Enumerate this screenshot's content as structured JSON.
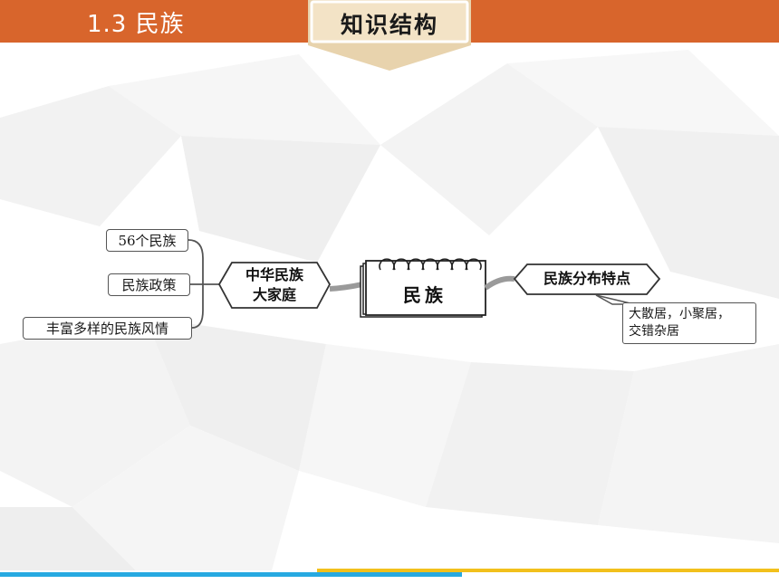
{
  "header": {
    "lesson_title": "1.3   民族",
    "section_label": "知识结构"
  },
  "mindmap": {
    "center": "民族",
    "left_branch": {
      "label_line1": "中华民族",
      "label_line2": "大家庭",
      "leaves": [
        "56个民族",
        "民族政策",
        "丰富多样的民族风情"
      ]
    },
    "right_branch": {
      "label": "民族分布特点",
      "note_line1": "大散居，小聚居，",
      "note_line2": "交错杂居"
    }
  },
  "colors": {
    "header_orange": "#d8652c",
    "tab_beige": "#f3e3c6",
    "footer_blue": "#27a9e1",
    "footer_yellow": "#f2c01c"
  }
}
